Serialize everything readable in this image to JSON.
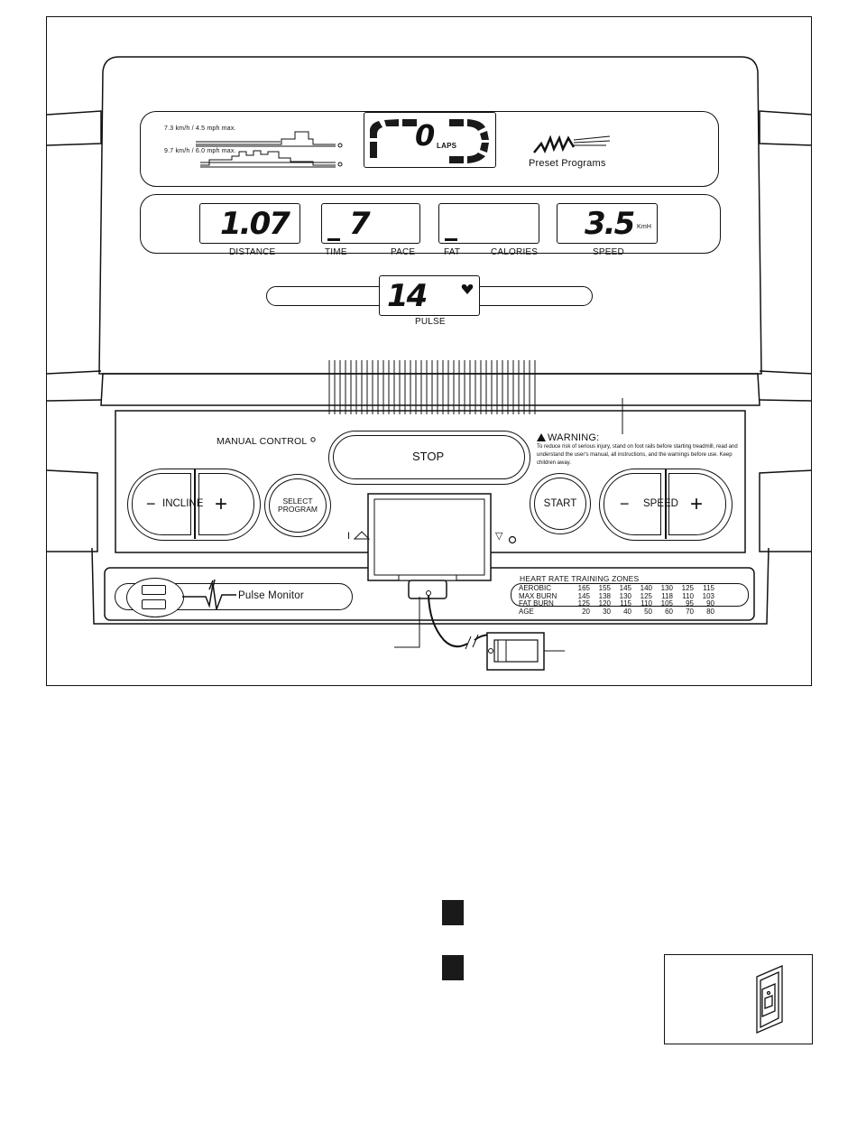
{
  "profiles": {
    "line1": "7.3 km/h / 4.5 mph max.",
    "line2": "9.7 km/h / 6.0 mph max."
  },
  "track": {
    "digit": "0",
    "laps_label": "LAPS"
  },
  "preset": {
    "label": "Preset Programs"
  },
  "displays": {
    "distance_value": "1.07",
    "time_value": "7",
    "speed_value": "3.5",
    "speed_unit": "KmH",
    "pulse_value": "14"
  },
  "labels": {
    "distance": "DISTANCE",
    "time": "TIME",
    "pace": "PACE",
    "fat": "FAT",
    "calories": "CALORIES",
    "speed": "SPEED",
    "pulse": "PULSE"
  },
  "controls": {
    "manual_control": "MANUAL CONTROL",
    "stop": "STOP",
    "incline": "INCLINE",
    "select_program_line1": "SELECT",
    "select_program_line2": "PROGRAM",
    "start": "START",
    "speed": "SPEED",
    "minus": "−",
    "plus": "+"
  },
  "warning": {
    "title": "WARNING:",
    "text": "To reduce risk of serious injury, stand on foot rails before starting treadmill, read and understand the user's manual, all instructions, and the warnings before use.  Keep children away."
  },
  "pulse_monitor": {
    "label": "Pulse Monitor"
  },
  "key_marks": {
    "left": "I",
    "right": "▽"
  },
  "heart_rate_zones": {
    "title": "HEART RATE TRAINING ZONES",
    "rows": [
      {
        "name": "AEROBIC",
        "values": [
          "165",
          "155",
          "145",
          "140",
          "130",
          "125",
          "115"
        ]
      },
      {
        "name": "MAX BURN",
        "values": [
          "145",
          "138",
          "130",
          "125",
          "118",
          "110",
          "103"
        ]
      },
      {
        "name": "FAT BURN",
        "values": [
          "125",
          "120",
          "115",
          "110",
          "105",
          "95",
          "90"
        ]
      },
      {
        "name": "AGE",
        "values": [
          "20",
          "30",
          "40",
          "50",
          "60",
          "70",
          "80"
        ]
      }
    ]
  }
}
